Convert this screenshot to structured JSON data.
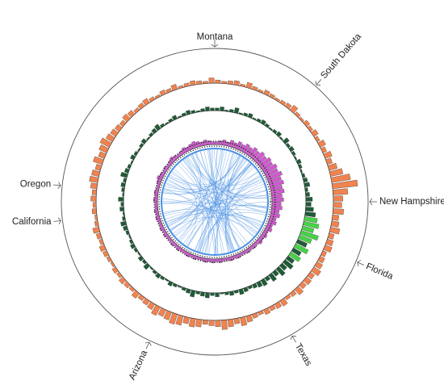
{
  "chart_data": {
    "type": "circos",
    "title": "",
    "labels": [
      {
        "name": "Montana",
        "angle": 0
      },
      {
        "name": "South Dakota",
        "angle": 41
      },
      {
        "name": "New Hampshire",
        "angle": 90
      },
      {
        "name": "Florida",
        "angle": 113
      },
      {
        "name": "Texas",
        "angle": 150
      },
      {
        "name": "Arizona",
        "angle": 205
      },
      {
        "name": "California",
        "angle": 263
      },
      {
        "name": "Oregon",
        "angle": 276
      }
    ],
    "tracks": [
      {
        "name": "",
        "color": "#f0834f",
        "values": [
          3,
          2,
          3,
          4,
          2,
          5,
          3,
          2,
          4,
          3,
          2,
          3,
          4,
          6,
          3,
          2,
          4,
          3,
          5,
          3,
          6,
          4,
          7,
          5,
          8,
          12,
          18,
          24,
          14,
          9,
          8,
          10,
          6,
          7,
          9,
          5,
          6,
          7,
          4,
          5,
          6,
          8,
          5,
          6,
          5,
          7,
          4,
          3,
          6,
          5,
          4,
          5,
          3,
          4,
          6,
          8,
          5,
          7,
          9,
          6,
          5,
          4,
          7,
          8,
          6,
          9,
          10,
          8,
          7,
          9,
          6,
          5,
          4,
          6,
          3,
          4,
          5,
          3,
          4,
          2,
          3,
          4,
          5,
          3,
          4,
          6,
          3,
          2,
          4,
          3,
          5,
          4,
          6,
          8,
          7,
          5,
          9,
          6,
          8,
          10,
          7,
          6,
          5,
          4,
          6,
          5,
          3,
          4,
          5,
          3,
          2,
          4,
          3,
          5,
          2,
          3,
          4,
          3,
          2,
          5
        ]
      },
      {
        "name": "",
        "color": "#1e5c36",
        "values": [
          2,
          3,
          1,
          2,
          4,
          1,
          2,
          3,
          1,
          2,
          3,
          2,
          1,
          2,
          3,
          1,
          4,
          2,
          3,
          2,
          1,
          3,
          2,
          1,
          2,
          3,
          4,
          2,
          3,
          5,
          4,
          6,
          8,
          10,
          12,
          9,
          14,
          10,
          8,
          11,
          7,
          9,
          6,
          8,
          5,
          7,
          4,
          6,
          3,
          5,
          4,
          3,
          2,
          3,
          4,
          2,
          3,
          2,
          1,
          3,
          2,
          4,
          3,
          2,
          5,
          3,
          2,
          1,
          2,
          3,
          1,
          2,
          3,
          2,
          1,
          4,
          2,
          3,
          1,
          2,
          3,
          2,
          1,
          2,
          3,
          4,
          2,
          1,
          3,
          2,
          4,
          1,
          2,
          3,
          2,
          5,
          3,
          2,
          1,
          3,
          2,
          1,
          2,
          3,
          1,
          2,
          3,
          4,
          2,
          1,
          2,
          3,
          1,
          2,
          3,
          2,
          1,
          2,
          3,
          2
        ]
      },
      {
        "name": "",
        "color": "#d257d2",
        "values": [
          2,
          3,
          4,
          3,
          5,
          4,
          6,
          5,
          7,
          6,
          8,
          7,
          9,
          8,
          10,
          9,
          11,
          10,
          12,
          10,
          11,
          9,
          10,
          8,
          9,
          7,
          8,
          6,
          7,
          5,
          6,
          4,
          5,
          3,
          4,
          3,
          4,
          2,
          3,
          2,
          3,
          2,
          2,
          3,
          2,
          3,
          2,
          2,
          3,
          2,
          3,
          2,
          3,
          2,
          2,
          3,
          2,
          3,
          2,
          2,
          3,
          2,
          3,
          2,
          2,
          3,
          2,
          3,
          2,
          2,
          3,
          2,
          3,
          2,
          2,
          3,
          2,
          3,
          2,
          2,
          3,
          4,
          3,
          2,
          3,
          2,
          3,
          4,
          3,
          2,
          3,
          4,
          3,
          4,
          5,
          4,
          3,
          4,
          3,
          2
        ]
      }
    ],
    "links": {
      "color": "#4a90e2",
      "count": 90
    }
  }
}
